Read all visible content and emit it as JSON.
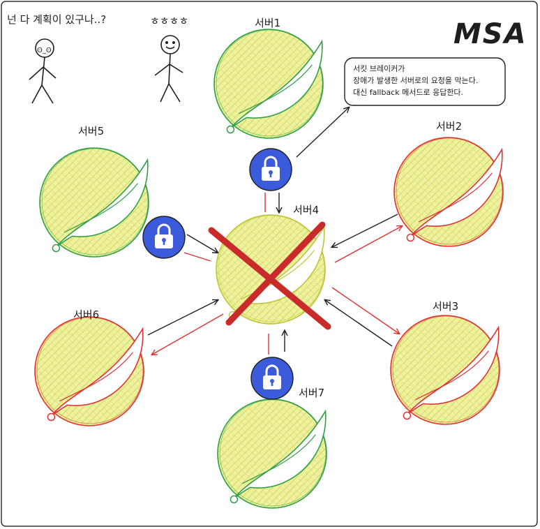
{
  "title": "MSA",
  "caption_left": "넌 다 계획이 있구나..?",
  "caption_right": "ㅎㅎㅎㅎ",
  "callout": {
    "line1": "서킷 브레이커가",
    "line2": "장애가 발생한 서버로의 요청을 막는다.",
    "line3": "대신 fallback 메서드로 응답한다."
  },
  "servers": [
    {
      "key": "s1",
      "label": "서버1",
      "status": "healthy"
    },
    {
      "key": "s2",
      "label": "서버2",
      "status": "error"
    },
    {
      "key": "s3",
      "label": "서버3",
      "status": "error"
    },
    {
      "key": "s4",
      "label": "서버4",
      "status": "failed"
    },
    {
      "key": "s5",
      "label": "서버5",
      "status": "healthy"
    },
    {
      "key": "s6",
      "label": "서버6",
      "status": "error"
    },
    {
      "key": "s7",
      "label": "서버7",
      "status": "healthy"
    }
  ],
  "colors": {
    "healthy_stroke": "#2f9e44",
    "error_stroke": "#e03131",
    "failed_stroke": "#bdc43a",
    "fill": "#e9ec8a",
    "lock": "#3b5bdb",
    "cross": "#c92a2a",
    "arrow": "#1e1e1e"
  },
  "icons": [
    "lock-icon",
    "spring-leaf-icon",
    "stick-figure-icon",
    "cross-mark-icon"
  ]
}
